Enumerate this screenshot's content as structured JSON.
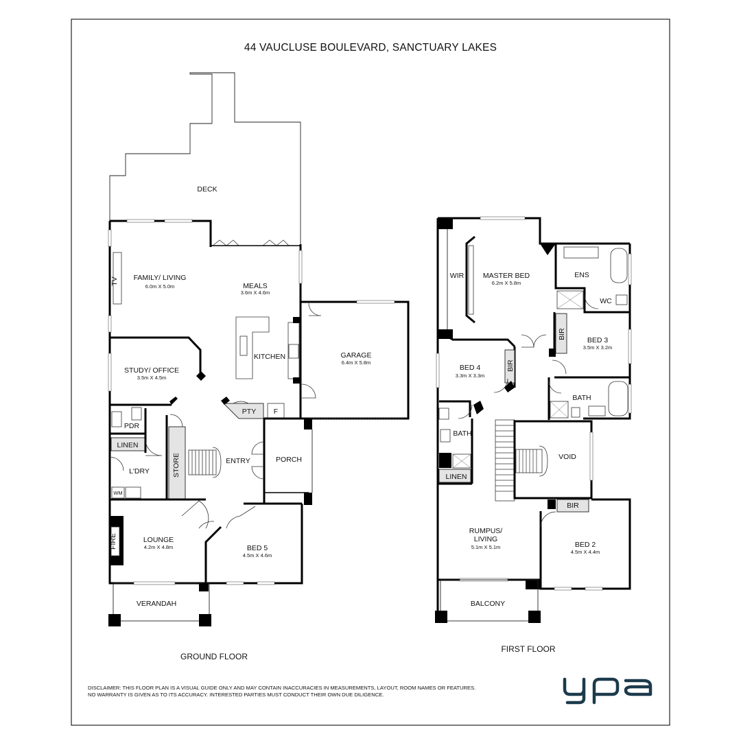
{
  "title": "44 VAUCLUSE BOULEVARD, SANCTUARY LAKES",
  "floors": {
    "ground": "GROUND FLOOR",
    "first": "FIRST FLOOR"
  },
  "rooms": {
    "deck": "DECK",
    "family_living": "FAMILY/ LIVING",
    "family_living_dim": "6.0m X 5.0m",
    "meals": "MEALS",
    "meals_dim": "3.6m X 4.6m",
    "tv": "TV",
    "kitchen": "KITCHEN",
    "garage": "GARAGE",
    "garage_dim": "6.4m X 5.8m",
    "study": "STUDY/ OFFICE",
    "study_dim": "3.5m X 4.5m",
    "pty": "PTY",
    "f": "F",
    "pdr": "PDR",
    "linen_g": "LINEN",
    "store": "STORE",
    "entry": "ENTRY",
    "porch": "PORCH",
    "ldry": "L'DRY",
    "wm": "WM",
    "lounge": "LOUNGE",
    "lounge_dim": "4.2m X 4.8m",
    "fire": "FIRE",
    "bed5": "BED 5",
    "bed5_dim": "4.5m X 4.6m",
    "verandah": "VERANDAH",
    "wir": "WIR",
    "master_bed": "MASTER BED",
    "master_bed_dim": "6.2m X 5.8m",
    "ens": "ENS",
    "wc": "WC",
    "bir_master": "BIR",
    "bed3": "BED 3",
    "bed3_dim": "3.5m X 3.2m",
    "bed4": "BED 4",
    "bed4_dim": "3.3m X 3.3m",
    "bir_bed4": "BIR",
    "bath_main": "BATH",
    "bath_small": "BATH",
    "linen_f": "LINEN",
    "void": "VOID",
    "bir_bed2": "BIR",
    "rumpus": "RUMPUS/",
    "rumpus2": "LIVING",
    "rumpus_dim": "5.1m X 5.1m",
    "bed2": "BED 2",
    "bed2_dim": "4.5m X 4.4m",
    "balcony": "BALCONY"
  },
  "disclaimer": {
    "line1": "DISCLAIMER: THIS FLOOR PLAN IS A VISUAL GUIDE ONLY AND MAY CONTAIN INACCURACIES IN MEASUREMENTS, LAYOUT, ROOM NAMES OR FEATURES.",
    "line2": "NO WARRANTY IS GIVEN AS TO ITS ACCURACY. INTERESTED PARTIES MUST CONDUCT THEIR OWN DUE DILIGENCE."
  },
  "logo": {
    "name": "ypa",
    "color": "#1c3a4c"
  }
}
